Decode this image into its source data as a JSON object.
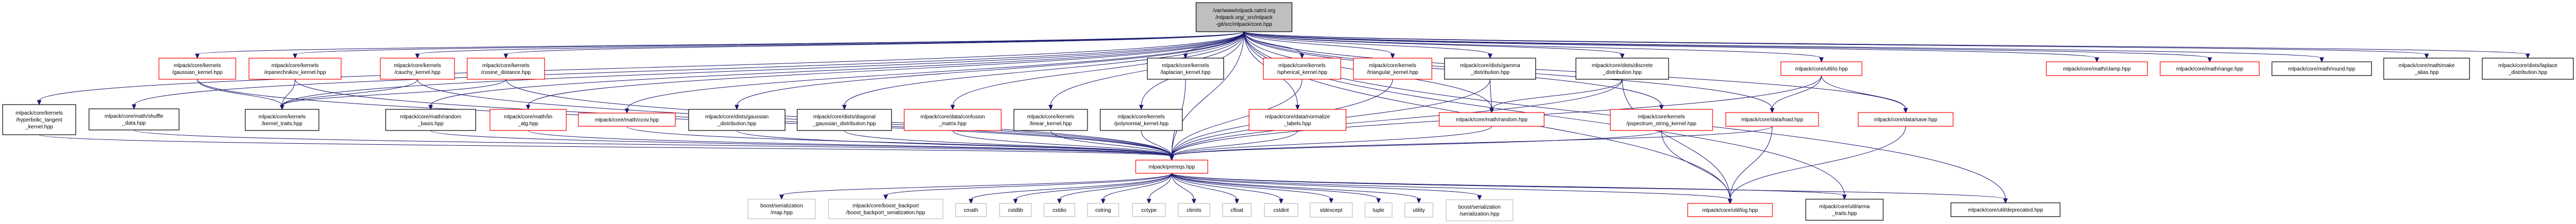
{
  "title": "Include dependency graph for core.hpp",
  "colors": {
    "edge": "#191970",
    "root_fill": "#bfbfbf",
    "root_border": "#000000",
    "documented_border": "#000000",
    "undocumented_border": "#ff0000",
    "external_border": "#bfbfbf",
    "node_fill": "#ffffff"
  },
  "nodes": [
    {
      "id": "core",
      "kind": "root",
      "lines": [
        "/var/www/mlpack.ratml.org",
        "/mlpack.org/_src/mlpack",
        "-git/src/mlpack/core.hpp"
      ]
    },
    {
      "id": "hyperbolic_tangent",
      "kind": "documented",
      "lines": [
        "mlpack/core/kernels",
        "/hyperbolic_tangent",
        "_kernel.hpp"
      ]
    },
    {
      "id": "shuffle_data",
      "kind": "documented",
      "lines": [
        "mlpack/core/math/shuffle",
        "_data.hpp"
      ]
    },
    {
      "id": "gaussian_kernel",
      "kind": "undocumented",
      "lines": [
        "mlpack/core/kernels",
        "/gaussian_kernel.hpp"
      ]
    },
    {
      "id": "epanechnikov_kernel",
      "kind": "undocumented",
      "lines": [
        "mlpack/core/kernels",
        "/epanechnikov_kernel.hpp"
      ]
    },
    {
      "id": "kernel_traits",
      "kind": "documented",
      "lines": [
        "mlpack/core/kernels",
        "/kernel_traits.hpp"
      ]
    },
    {
      "id": "cauchy_kernel",
      "kind": "undocumented",
      "lines": [
        "mlpack/core/kernels",
        "/cauchy_kernel.hpp"
      ]
    },
    {
      "id": "cosine_distance",
      "kind": "undocumented",
      "lines": [
        "mlpack/core/kernels",
        "/cosine_distance.hpp"
      ]
    },
    {
      "id": "random_basis",
      "kind": "documented",
      "lines": [
        "mlpack/core/math/random",
        "_basis.hpp"
      ]
    },
    {
      "id": "lin_alg",
      "kind": "undocumented",
      "lines": [
        "mlpack/core/math/lin",
        "_alg.hpp"
      ]
    },
    {
      "id": "ccov",
      "kind": "undocumented",
      "lines": [
        "mlpack/core/math/ccov.hpp"
      ]
    },
    {
      "id": "gaussian_distribution",
      "kind": "documented",
      "lines": [
        "mlpack/core/dists/gaussian",
        "_distribution.hpp"
      ]
    },
    {
      "id": "diagonal_gaussian_distribution",
      "kind": "documented",
      "lines": [
        "mlpack/core/dists/diagonal",
        "_gaussian_distribution.hpp"
      ]
    },
    {
      "id": "confusion_matrix",
      "kind": "undocumented",
      "lines": [
        "mlpack/core/data/confusion",
        "_matrix.hpp"
      ]
    },
    {
      "id": "linear_kernel",
      "kind": "documented",
      "lines": [
        "mlpack/core/kernels",
        "/linear_kernel.hpp"
      ]
    },
    {
      "id": "polynomial_kernel",
      "kind": "documented",
      "lines": [
        "mlpack/core/kernels",
        "/polynomial_kernel.hpp"
      ]
    },
    {
      "id": "laplacian_kernel",
      "kind": "documented",
      "lines": [
        "mlpack/core/kernels",
        "/laplacian_kernel.hpp"
      ]
    },
    {
      "id": "normalize_labels",
      "kind": "undocumented",
      "lines": [
        "mlpack/core/data/normalize",
        "_labels.hpp"
      ]
    },
    {
      "id": "spherical_kernel",
      "kind": "undocumented",
      "lines": [
        "mlpack/core/kernels",
        "/spherical_kernel.hpp"
      ]
    },
    {
      "id": "triangular_kernel",
      "kind": "undocumented",
      "lines": [
        "mlpack/core/kernels",
        "/triangular_kernel.hpp"
      ]
    },
    {
      "id": "gamma_distribution",
      "kind": "documented",
      "lines": [
        "mlpack/core/dists/gamma",
        "_distribution.hpp"
      ]
    },
    {
      "id": "random",
      "kind": "undocumented",
      "lines": [
        "mlpack/core/math/random.hpp"
      ]
    },
    {
      "id": "discrete_distribution",
      "kind": "documented",
      "lines": [
        "mlpack/core/dists/discrete",
        "_distribution.hpp"
      ]
    },
    {
      "id": "pspectrum_string_kernel",
      "kind": "undocumented",
      "lines": [
        "mlpack/core/kernels",
        "/pspectrum_string_kernel.hpp"
      ]
    },
    {
      "id": "io",
      "kind": "undocumented",
      "lines": [
        "mlpack/core/util/io.hpp"
      ]
    },
    {
      "id": "load",
      "kind": "undocumented",
      "lines": [
        "mlpack/core/data/load.hpp"
      ]
    },
    {
      "id": "save",
      "kind": "undocumented",
      "lines": [
        "mlpack/core/data/save.hpp"
      ]
    },
    {
      "id": "clamp",
      "kind": "undocumented",
      "lines": [
        "mlpack/core/math/clamp.hpp"
      ]
    },
    {
      "id": "range",
      "kind": "undocumented",
      "lines": [
        "mlpack/core/math/range.hpp"
      ]
    },
    {
      "id": "round",
      "kind": "documented",
      "lines": [
        "mlpack/core/math/round.hpp"
      ]
    },
    {
      "id": "make_alias",
      "kind": "documented",
      "lines": [
        "mlpack/core/math/make",
        "_alias.hpp"
      ]
    },
    {
      "id": "laplace_distribution",
      "kind": "documented",
      "lines": [
        "mlpack/core/dists/laplace",
        "_distribution.hpp"
      ]
    },
    {
      "id": "prereqs",
      "kind": "undocumented",
      "lines": [
        "mlpack/prereqs.hpp"
      ]
    },
    {
      "id": "boost_map",
      "kind": "external",
      "lines": [
        "boost/serialization",
        "/map.hpp"
      ]
    },
    {
      "id": "boost_backport",
      "kind": "external",
      "lines": [
        "mlpack/core/boost_backport",
        "/boost_backport_serialization.hpp"
      ]
    },
    {
      "id": "cmath",
      "kind": "external",
      "lines": [
        "cmath"
      ]
    },
    {
      "id": "cstdlib",
      "kind": "external",
      "lines": [
        "cstdlib"
      ]
    },
    {
      "id": "cstdio",
      "kind": "external",
      "lines": [
        "cstdio"
      ]
    },
    {
      "id": "cstring",
      "kind": "external",
      "lines": [
        "cstring"
      ]
    },
    {
      "id": "cctype",
      "kind": "external",
      "lines": [
        "cctype"
      ]
    },
    {
      "id": "climits",
      "kind": "external",
      "lines": [
        "climits"
      ]
    },
    {
      "id": "cfloat",
      "kind": "external",
      "lines": [
        "cfloat"
      ]
    },
    {
      "id": "cstdint",
      "kind": "external",
      "lines": [
        "cstdint"
      ]
    },
    {
      "id": "stdexcept",
      "kind": "external",
      "lines": [
        "stdexcept"
      ]
    },
    {
      "id": "tuple",
      "kind": "external",
      "lines": [
        "tuple"
      ]
    },
    {
      "id": "utility",
      "kind": "external",
      "lines": [
        "utility"
      ]
    },
    {
      "id": "boost_serialization",
      "kind": "external",
      "lines": [
        "boost/serialization",
        "/serialization.hpp"
      ]
    },
    {
      "id": "log",
      "kind": "undocumented",
      "lines": [
        "mlpack/core/util/log.hpp"
      ]
    },
    {
      "id": "arma_traits",
      "kind": "documented",
      "lines": [
        "mlpack/core/util/arma",
        "_traits.hpp"
      ]
    },
    {
      "id": "deprecated",
      "kind": "documented",
      "lines": [
        "mlpack/core/util/deprecated.hpp"
      ]
    }
  ],
  "edges": [
    [
      "core",
      "hyperbolic_tangent"
    ],
    [
      "core",
      "shuffle_data"
    ],
    [
      "core",
      "gaussian_kernel"
    ],
    [
      "core",
      "epanechnikov_kernel"
    ],
    [
      "core",
      "kernel_traits"
    ],
    [
      "core",
      "cauchy_kernel"
    ],
    [
      "core",
      "cosine_distance"
    ],
    [
      "core",
      "random_basis"
    ],
    [
      "core",
      "lin_alg"
    ],
    [
      "core",
      "ccov"
    ],
    [
      "core",
      "gaussian_distribution"
    ],
    [
      "core",
      "diagonal_gaussian_distribution"
    ],
    [
      "core",
      "confusion_matrix"
    ],
    [
      "core",
      "linear_kernel"
    ],
    [
      "core",
      "polynomial_kernel"
    ],
    [
      "core",
      "laplacian_kernel"
    ],
    [
      "core",
      "prereqs"
    ],
    [
      "core",
      "normalize_labels"
    ],
    [
      "core",
      "spherical_kernel"
    ],
    [
      "core",
      "triangular_kernel"
    ],
    [
      "core",
      "gamma_distribution"
    ],
    [
      "core",
      "random"
    ],
    [
      "core",
      "discrete_distribution"
    ],
    [
      "core",
      "pspectrum_string_kernel"
    ],
    [
      "core",
      "io"
    ],
    [
      "core",
      "load"
    ],
    [
      "core",
      "save"
    ],
    [
      "core",
      "clamp"
    ],
    [
      "core",
      "range"
    ],
    [
      "core",
      "round"
    ],
    [
      "core",
      "make_alias"
    ],
    [
      "core",
      "laplace_distribution"
    ],
    [
      "core",
      "arma_traits"
    ],
    [
      "core",
      "deprecated"
    ],
    [
      "core",
      "log"
    ],
    [
      "hyperbolic_tangent",
      "prereqs"
    ],
    [
      "shuffle_data",
      "prereqs"
    ],
    [
      "gaussian_kernel",
      "kernel_traits"
    ],
    [
      "gaussian_kernel",
      "prereqs"
    ],
    [
      "epanechnikov_kernel",
      "kernel_traits"
    ],
    [
      "epanechnikov_kernel",
      "prereqs"
    ],
    [
      "cauchy_kernel",
      "kernel_traits"
    ],
    [
      "cauchy_kernel",
      "prereqs"
    ],
    [
      "cosine_distance",
      "kernel_traits"
    ],
    [
      "cosine_distance",
      "prereqs"
    ],
    [
      "random_basis",
      "prereqs"
    ],
    [
      "lin_alg",
      "prereqs"
    ],
    [
      "ccov",
      "prereqs"
    ],
    [
      "gaussian_distribution",
      "prereqs"
    ],
    [
      "diagonal_gaussian_distribution",
      "prereqs"
    ],
    [
      "confusion_matrix",
      "prereqs"
    ],
    [
      "linear_kernel",
      "prereqs"
    ],
    [
      "polynomial_kernel",
      "prereqs"
    ],
    [
      "laplacian_kernel",
      "prereqs"
    ],
    [
      "normalize_labels",
      "prereqs"
    ],
    [
      "spherical_kernel",
      "prereqs"
    ],
    [
      "triangular_kernel",
      "prereqs"
    ],
    [
      "gamma_distribution",
      "random"
    ],
    [
      "gamma_distribution",
      "prereqs"
    ],
    [
      "random",
      "prereqs"
    ],
    [
      "discrete_distribution",
      "random"
    ],
    [
      "discrete_distribution",
      "prereqs"
    ],
    [
      "discrete_distribution",
      "log"
    ],
    [
      "pspectrum_string_kernel",
      "prereqs"
    ],
    [
      "pspectrum_string_kernel",
      "log"
    ],
    [
      "io",
      "load"
    ],
    [
      "io",
      "save"
    ],
    [
      "io",
      "prereqs"
    ],
    [
      "load",
      "prereqs"
    ],
    [
      "load",
      "log"
    ],
    [
      "save",
      "log"
    ],
    [
      "prereqs",
      "boost_map"
    ],
    [
      "prereqs",
      "boost_backport"
    ],
    [
      "prereqs",
      "cmath"
    ],
    [
      "prereqs",
      "cstdlib"
    ],
    [
      "prereqs",
      "cstdio"
    ],
    [
      "prereqs",
      "cstring"
    ],
    [
      "prereqs",
      "cctype"
    ],
    [
      "prereqs",
      "climits"
    ],
    [
      "prereqs",
      "cfloat"
    ],
    [
      "prereqs",
      "cstdint"
    ],
    [
      "prereqs",
      "stdexcept"
    ],
    [
      "prereqs",
      "tuple"
    ],
    [
      "prereqs",
      "utility"
    ],
    [
      "prereqs",
      "boost_serialization"
    ],
    [
      "prereqs",
      "log"
    ],
    [
      "prereqs",
      "arma_traits"
    ],
    [
      "prereqs",
      "deprecated"
    ]
  ]
}
